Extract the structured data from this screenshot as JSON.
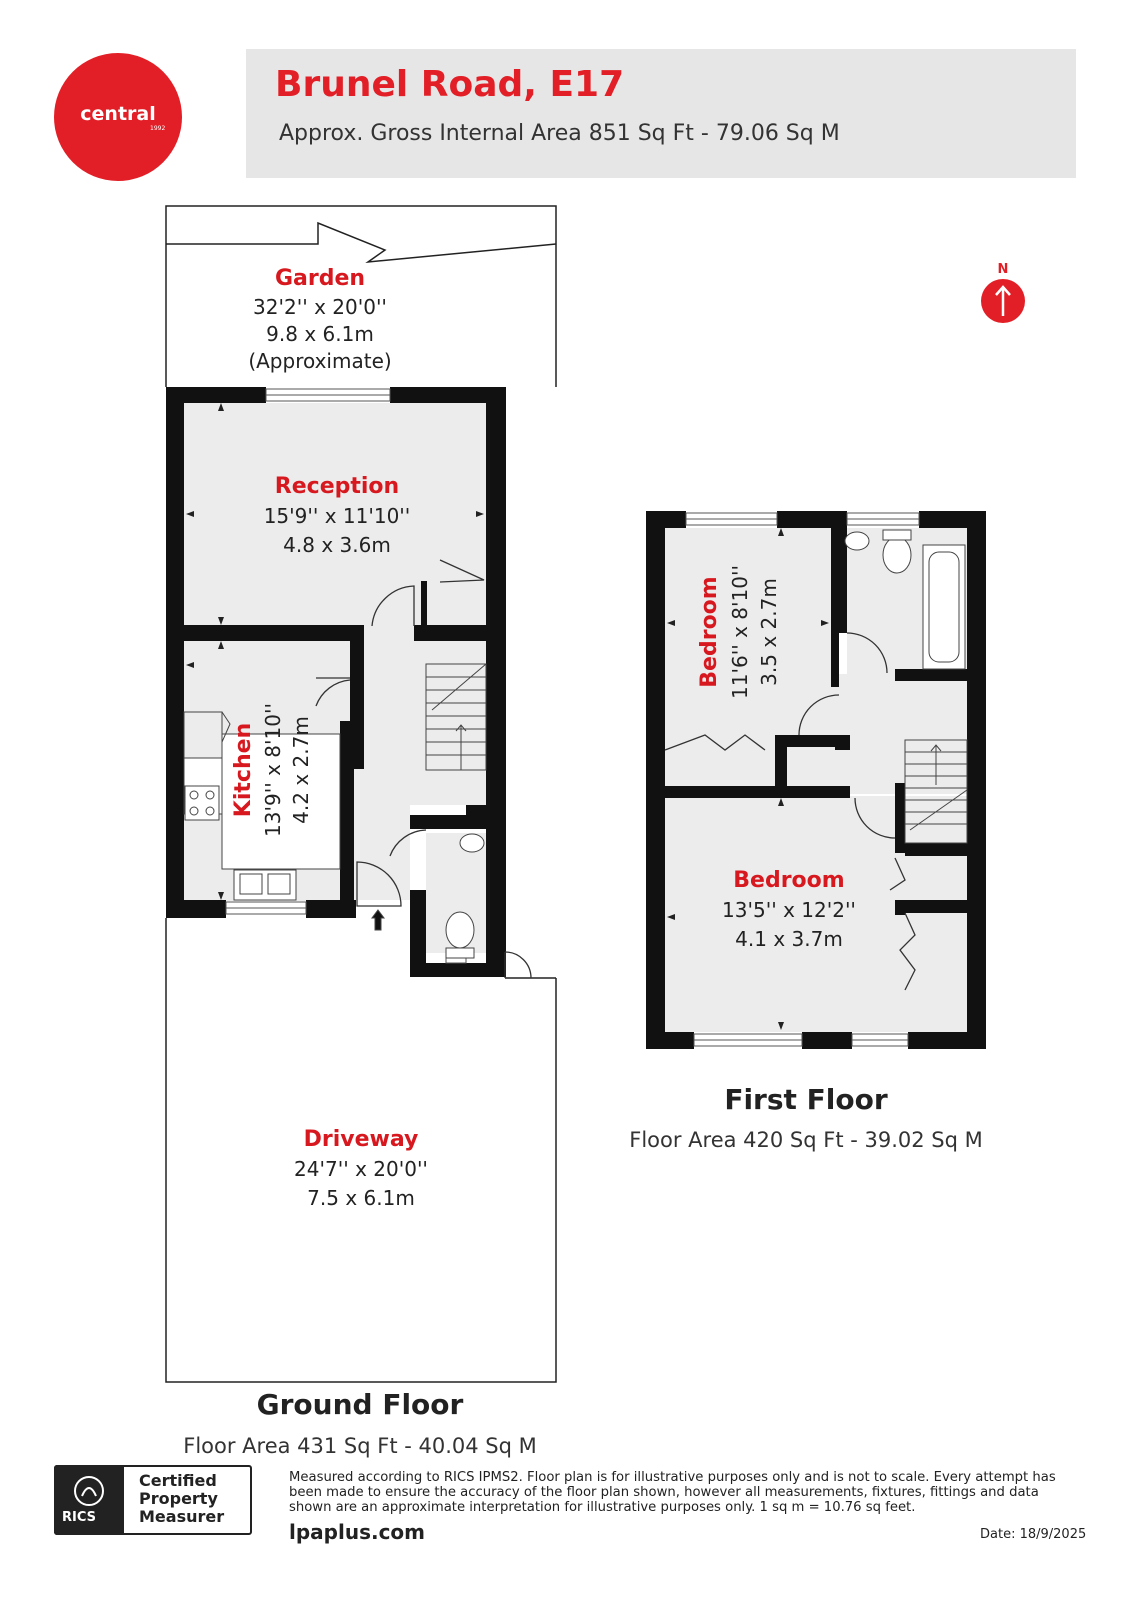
{
  "header": {
    "title": "Brunel Road, E17",
    "subtitle": "Approx. Gross Internal Area 851 Sq Ft - 79.06 Sq M"
  },
  "logo": {
    "text": "central",
    "sub": "1992"
  },
  "compass": {
    "label": "N"
  },
  "ground_floor": {
    "title": "Ground Floor",
    "area": "Floor Area 431 Sq Ft - 40.04 Sq M",
    "rooms": {
      "garden": {
        "name": "Garden",
        "imperial": "32'2'' x 20'0''",
        "metric": "9.8 x 6.1m",
        "note": "(Approximate)"
      },
      "reception": {
        "name": "Reception",
        "imperial": "15'9'' x 11'10''",
        "metric": "4.8 x 3.6m"
      },
      "kitchen": {
        "name": "Kitchen",
        "imperial": "13'9'' x 8'10''",
        "metric": "4.2 x 2.7m"
      },
      "driveway": {
        "name": "Driveway",
        "imperial": "24'7'' x 20'0''",
        "metric": "7.5 x 6.1m"
      }
    }
  },
  "first_floor": {
    "title": "First Floor",
    "area": "Floor Area 420 Sq Ft - 39.02 Sq M",
    "rooms": {
      "bedroom1": {
        "name": "Bedroom",
        "imperial": "11'6'' x 8'10''",
        "metric": "3.5 x 2.7m"
      },
      "bedroom2": {
        "name": "Bedroom",
        "imperial": "13'5'' x 12'2''",
        "metric": "4.1 x 3.7m"
      }
    }
  },
  "footer": {
    "rics_word": "RICS",
    "rics_cert": "Certified Property Measurer",
    "disclaimer": "Measured according to RICS IPMS2. Floor plan is for illustrative purposes only and is not to scale. Every attempt has been made to ensure the accuracy of the floor plan shown, however all measurements, fixtures, fittings and data shown are an approximate interpretation for illustrative purposes only. 1 sq m = 10.76 sq feet.",
    "website": "lpaplus.com",
    "date": "Date: 18/9/2025"
  },
  "colors": {
    "accent": "#e21f26",
    "room_label": "#d7191f",
    "wall": "#111111",
    "floor": "#ececec"
  }
}
